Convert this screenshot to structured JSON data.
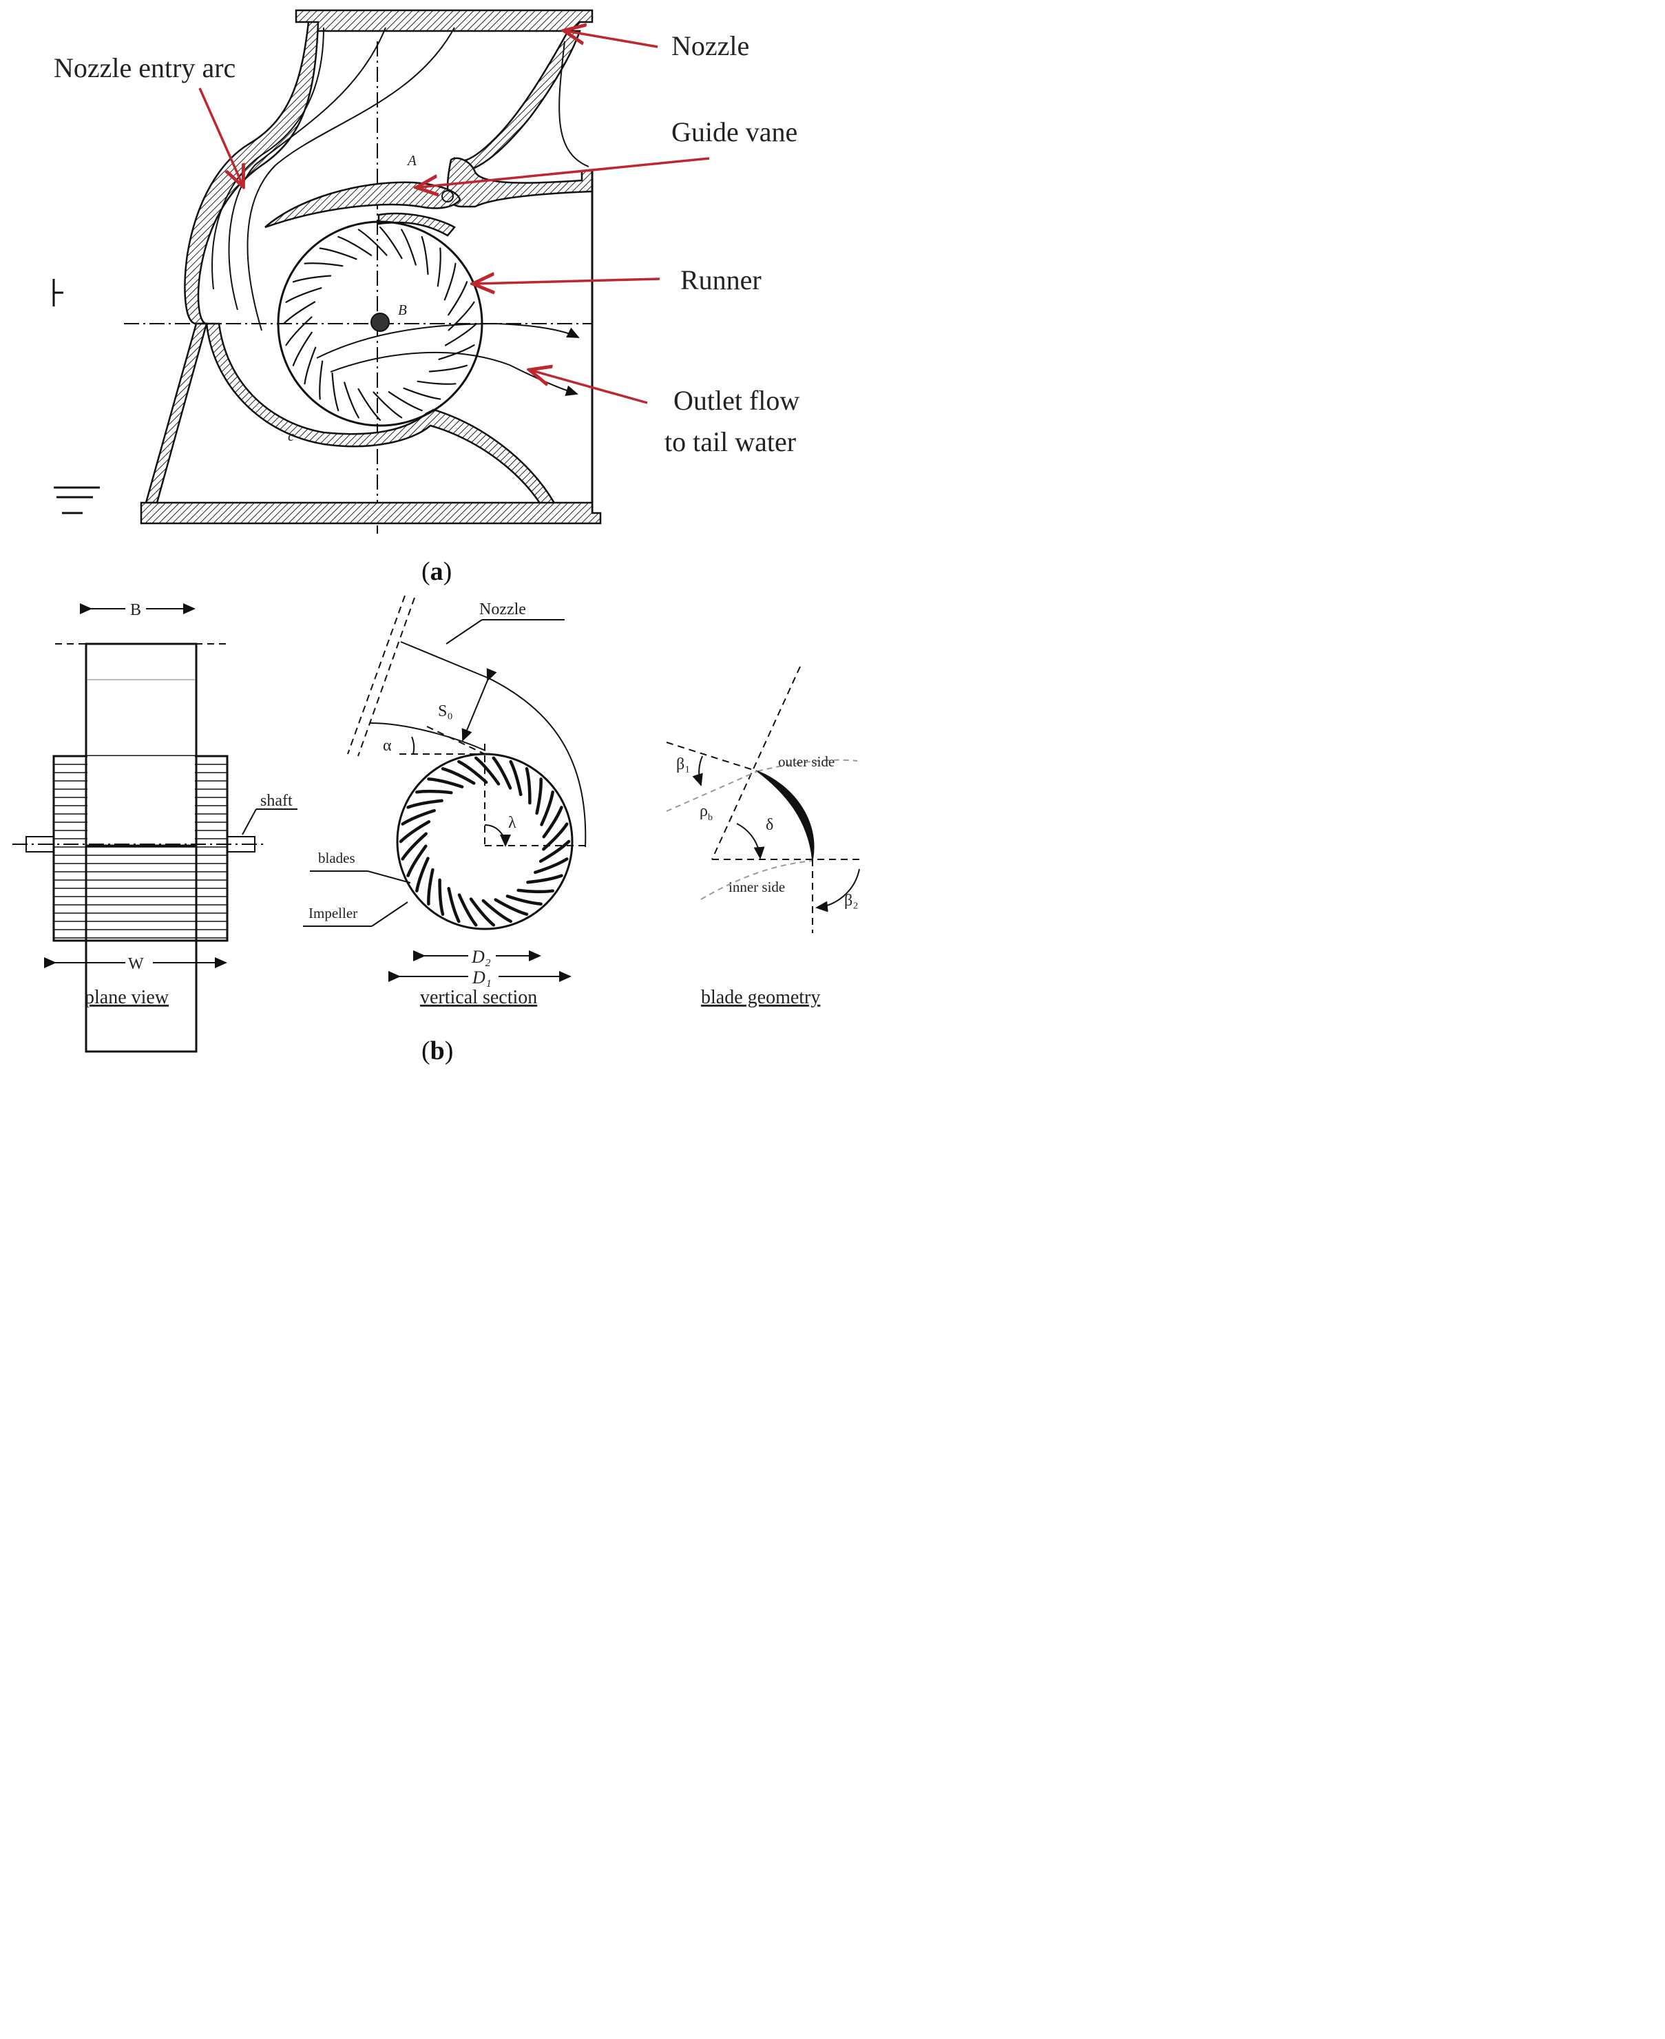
{
  "panel_a": {
    "label_prefix": "(",
    "label_letter": "a",
    "label_suffix": ")",
    "callouts": {
      "nozzle": "Nozzle",
      "nozzle_entry_arc": "Nozzle entry arc",
      "guide_vane": "Guide vane",
      "runner": "Runner",
      "outlet_flow_line1": "Outlet flow",
      "outlet_flow_line2": "to tail water"
    },
    "small_letters": {
      "a": "A",
      "b": "B",
      "c": "c"
    }
  },
  "panel_b": {
    "label_prefix": "(",
    "label_letter": "b",
    "label_suffix": ")",
    "plane_view": {
      "caption": "plane view",
      "width_B": "B",
      "width_W": "W",
      "shaft": "shaft"
    },
    "vertical_section": {
      "caption": "vertical section",
      "nozzle": "Nozzle",
      "blades": "blades",
      "impeller": "Impeller",
      "s0": "S₀",
      "alpha": "α",
      "lambda": "λ",
      "d2": "D₂",
      "d1": "D₁"
    },
    "blade_geometry": {
      "caption": "blade geometry",
      "beta1": "β₁",
      "beta2": "β₂",
      "rho_b": "ρ_b",
      "delta": "δ",
      "outer_side": "outer side",
      "inner_side": "inner side"
    }
  },
  "colors": {
    "arrow": "#c0262d",
    "ink": "#111111"
  }
}
